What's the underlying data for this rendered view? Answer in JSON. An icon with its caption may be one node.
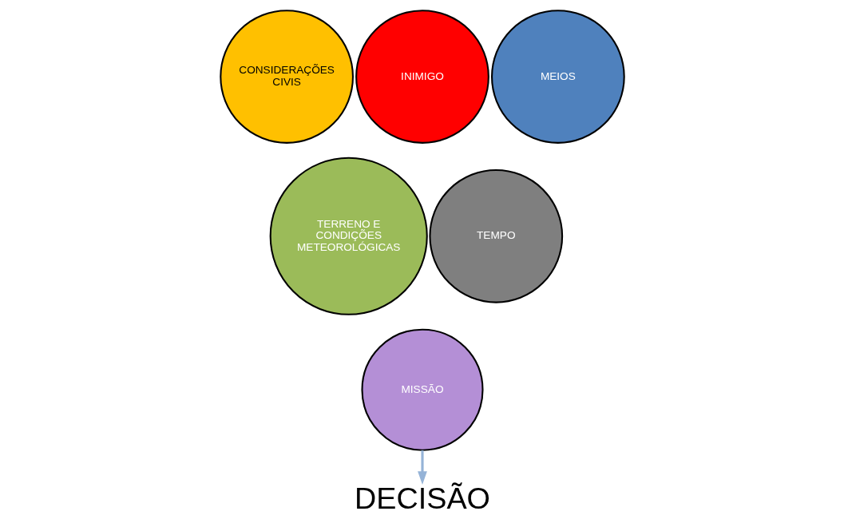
{
  "diagram": {
    "nodes": [
      {
        "text": [
          "CONSIDERAÇÕES CIVIS"
        ]
      },
      {
        "text": [
          "INIMIGO"
        ]
      },
      {
        "text": [
          "MEIOS"
        ]
      },
      {
        "text": [
          "TERRENO E CONDIÇÕES METEOROLÓGICAS"
        ]
      },
      {
        "text": [
          "TEMPO"
        ]
      },
      {
        "text": [
          "MISSÃO"
        ]
      },
      {
        "text": [
          "DECISÃO"
        ]
      }
    ],
    "edges": [
      {
        "from": 5,
        "to": 6,
        "arrow": "to",
        "color": "#95b3d7"
      }
    ]
  }
}
